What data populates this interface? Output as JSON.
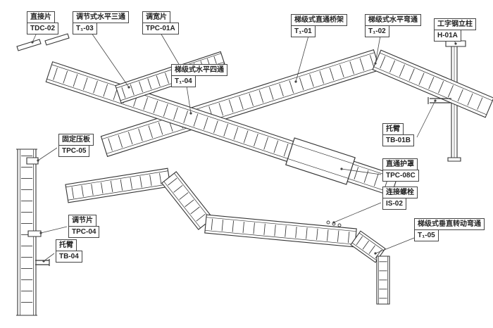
{
  "diagram": {
    "kind": "cable-tray-installation-isometric",
    "colors": {
      "line": "#333333",
      "leader": "#444444",
      "background": "#ffffff"
    }
  },
  "labels": [
    {
      "name": "直接片",
      "code": "TDC-02"
    },
    {
      "name": "调节式水平三通",
      "code": "T₁-03"
    },
    {
      "name": "调宽片",
      "code": "TPC-01A"
    },
    {
      "name": "梯级式直通桥架",
      "code": "T₁-01"
    },
    {
      "name": "梯级式水平弯通",
      "code": "T₁-02"
    },
    {
      "name": "工字钢立柱",
      "code": "H-01A"
    },
    {
      "name": "梯级式水平四通",
      "code": "T₁-04"
    },
    {
      "name": "固定压板",
      "code": "TPC-05"
    },
    {
      "name": "托臂",
      "code": "TB-01B"
    },
    {
      "name": "直通护罩",
      "code": "TPC-08C"
    },
    {
      "name": "连接螺栓",
      "code": "IS-02"
    },
    {
      "name": "梯级式垂直转动弯通",
      "code": "T₁-05"
    },
    {
      "name": "调节片",
      "code": "TPC-04"
    },
    {
      "name": "托臂",
      "code": "TB-04"
    }
  ]
}
